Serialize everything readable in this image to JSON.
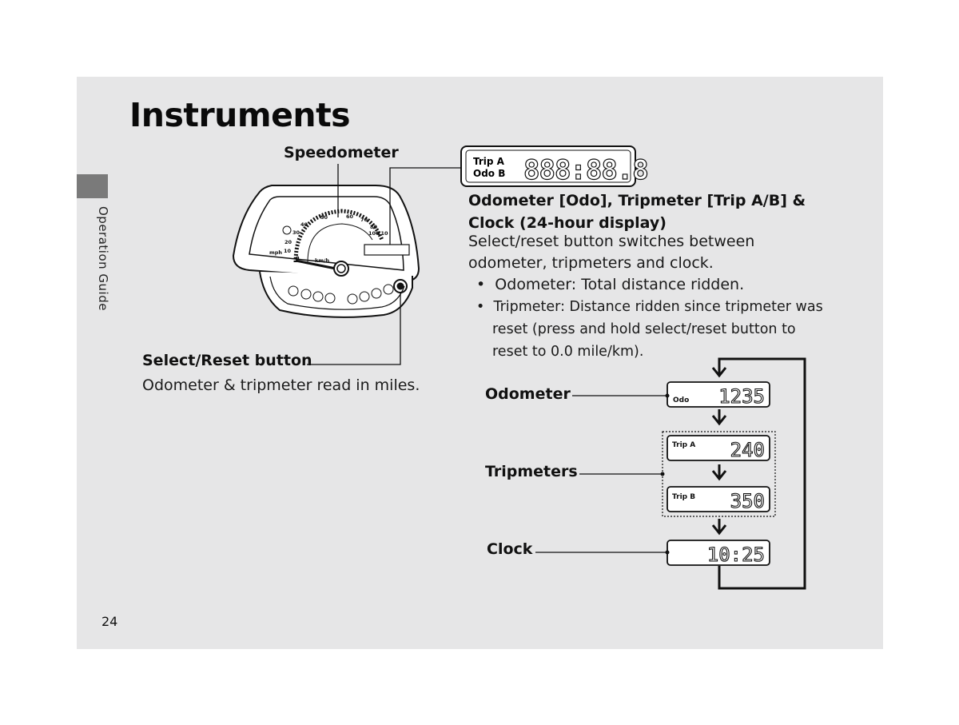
{
  "page": {
    "title": "Instruments",
    "section": "Operation Guide",
    "page_number": "24"
  },
  "labels": {
    "speedometer": "Speedometer",
    "select_reset": "Select/Reset button",
    "select_reset_note": "Odometer & tripmeter read in miles.",
    "odometer_heading_1": "Odometer [Odo], Tripmeter [Trip A/B] &",
    "odometer_heading_2": "Clock (24-hour display)",
    "desc_1": "Select/reset button switches between",
    "desc_2": "odometer, tripmeters and clock.",
    "bullet_odo": "Odometer: Total distance ridden.",
    "bullet_trip_1": "Tripmeter: Distance ridden since tripmeter was",
    "bullet_trip_2": "reset (press and hold select/reset button to",
    "bullet_trip_3": "reset to 0.0 mile/km).",
    "odometer": "Odometer",
    "tripmeters": "Tripmeters",
    "clock": "Clock"
  },
  "display_big": {
    "line1": "Trip A",
    "line2": "Odo B",
    "digits": "888:88.8"
  },
  "cycle": [
    {
      "mode": "Odo",
      "value": "1235"
    },
    {
      "mode": "Trip A",
      "value": "240"
    },
    {
      "mode": "Trip B",
      "value": "350"
    },
    {
      "mode": "clock",
      "value": "10:25"
    }
  ],
  "gauge": {
    "unit_left": "mph",
    "unit_right": "km/h",
    "mph_ticks": [
      "0",
      "10",
      "20",
      "30",
      "40",
      "50",
      "60",
      "70"
    ],
    "kmh_ticks": [
      "20",
      "40",
      "60",
      "80",
      "100",
      "120",
      "140"
    ],
    "outer_ticks": [
      "80",
      "90",
      "100",
      "110"
    ]
  }
}
